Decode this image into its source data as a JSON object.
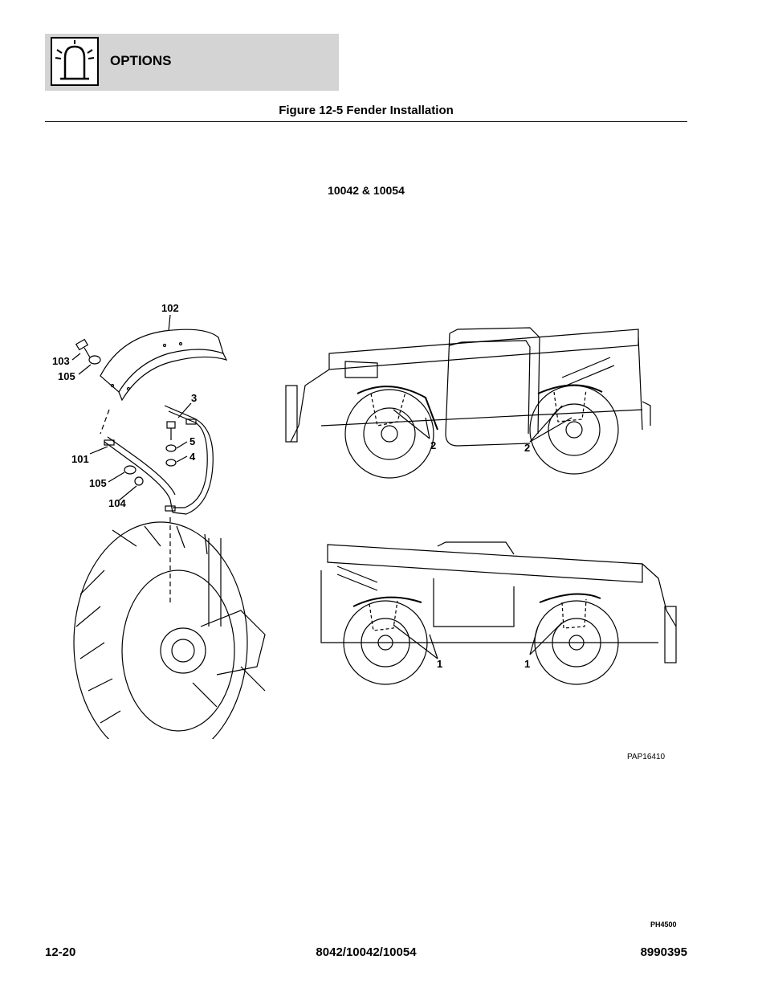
{
  "header": {
    "section_title": "OPTIONS",
    "icon": "beacon-light-icon"
  },
  "figure": {
    "title": "Figure 12-5 Fender Installation",
    "model_heading": "10042 & 10054",
    "art_code": "PAP16410",
    "callouts": {
      "c102": "102",
      "c103": "103",
      "c105a": "105",
      "c3": "3",
      "c5": "5",
      "c4": "4",
      "c101": "101",
      "c105b": "105",
      "c104": "104",
      "c2a": "2",
      "c2b": "2",
      "c1a": "1",
      "c1b": "1"
    }
  },
  "page_code": "PH4500",
  "footer": {
    "page_number": "12-20",
    "models": "8042/10042/10054",
    "doc_number": "8990395"
  }
}
